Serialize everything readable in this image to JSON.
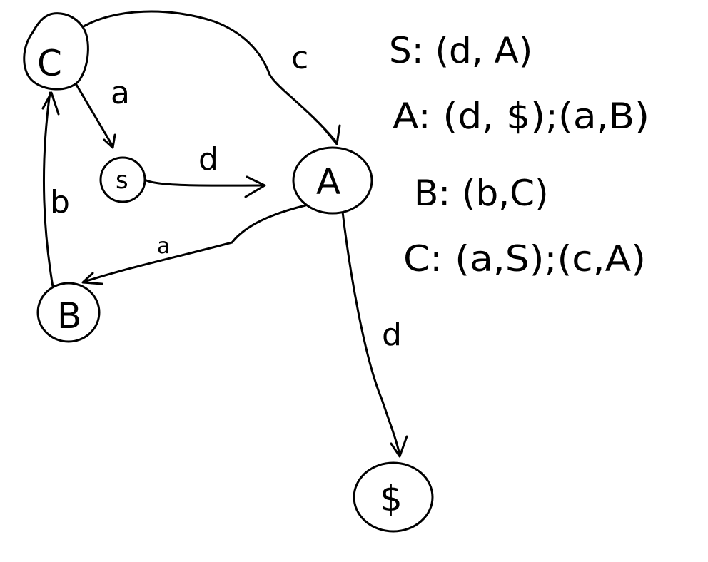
{
  "nodes": {
    "C": {
      "label": "C"
    },
    "s": {
      "label": "s"
    },
    "A": {
      "label": "A"
    },
    "B": {
      "label": "B"
    },
    "dollar": {
      "label": "$"
    }
  },
  "edges": {
    "C_to_s": {
      "label": "a"
    },
    "s_to_A": {
      "label": "d"
    },
    "C_to_A": {
      "label": "c"
    },
    "A_to_B": {
      "label": "a"
    },
    "B_to_C": {
      "label": "b"
    },
    "A_to_dollar": {
      "label": "d"
    }
  },
  "rules": [
    "S: (d, A)",
    "A: (d, $);(a,B)",
    "B: (b,C)",
    "C: (a,S);(c,A)"
  ]
}
